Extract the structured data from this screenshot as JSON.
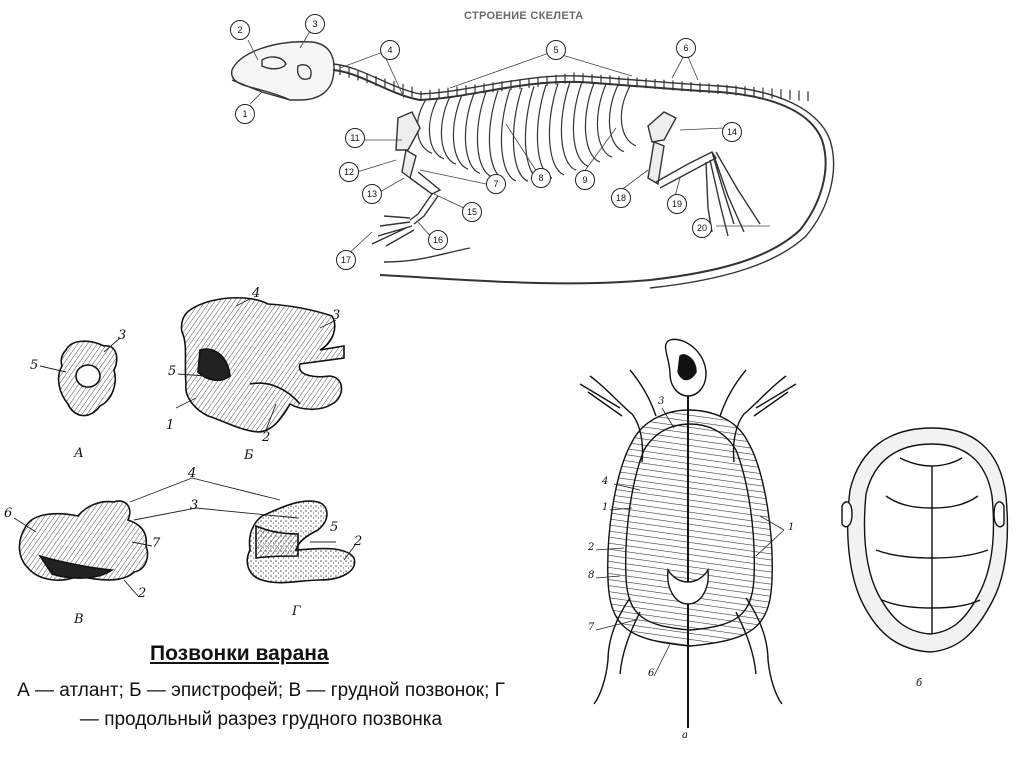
{
  "skeleton": {
    "title": "СТРОЕНИЕ СКЕЛЕТА",
    "labels": [
      "1",
      "2",
      "3",
      "4",
      "5",
      "6",
      "7",
      "8",
      "9",
      "11",
      "12",
      "13",
      "14",
      "15",
      "16",
      "17",
      "18",
      "19",
      "20"
    ]
  },
  "vertebrae": {
    "figure_labels": {
      "A": "А",
      "B": "Б",
      "C": "В",
      "D": "Г"
    },
    "part_labels": {
      "n1": "1",
      "n2": "2",
      "n3": "3",
      "n4": "4",
      "n5": "5",
      "n6": "6",
      "n7": "7"
    }
  },
  "caption": {
    "title": "Позвонки варана",
    "text": "А — атлант; Б — эпистрофей; В — грудной позвонок; Г — продольный разрез грудного позвонка"
  },
  "turtle": {
    "labels": {
      "a": "а",
      "b": "б",
      "n1": "1",
      "n2": "2",
      "n3": "3",
      "n4": "4",
      "n6": "6",
      "n7": "7",
      "n8": "8"
    }
  }
}
